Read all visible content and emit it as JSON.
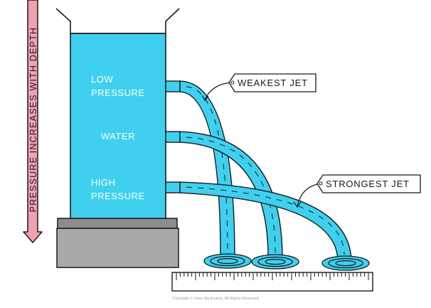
{
  "diagram": {
    "depth_arrow_label": "PRESSURE INCREASES WITH DEPTH",
    "container_labels": {
      "low_line1": "LOW",
      "low_line2": "PRESSURE",
      "water": "WATER",
      "high_line1": "HIGH",
      "high_line2": "PRESSURE"
    },
    "callouts": {
      "weakest": "WEAKEST JET",
      "strongest": "STRONGEST JET"
    },
    "copyright": "Copyright © Save My Exams. All Rights Reserved"
  },
  "colors": {
    "water": "#3fd0f0",
    "water_dark": "#20a8d4",
    "arrow_fill": "#f2a1b4",
    "stand_top": "#8c8c8c",
    "stand_base": "#a9a9a9",
    "outline": "#1a1a1a"
  },
  "icons": [
    "ruler",
    "down-arrow"
  ]
}
